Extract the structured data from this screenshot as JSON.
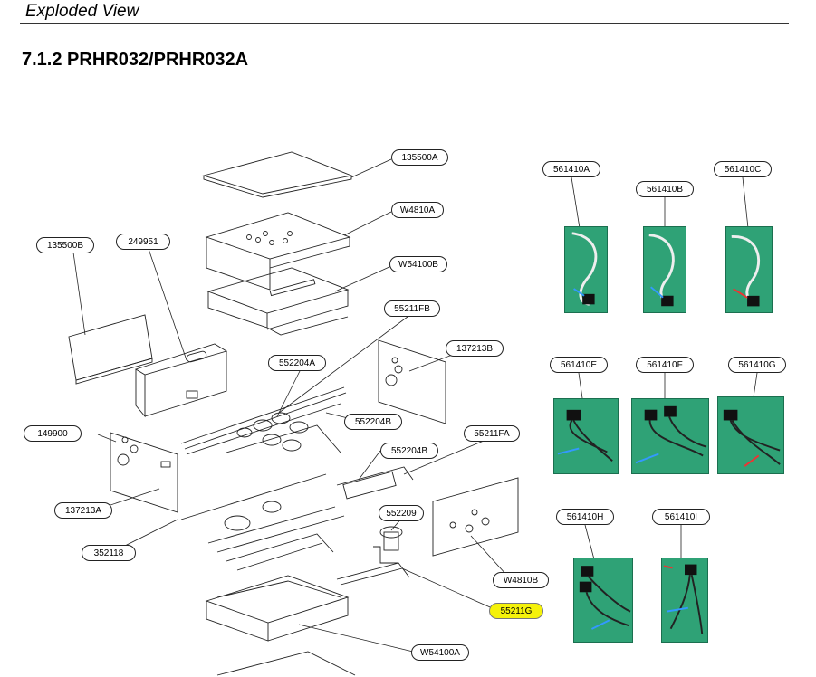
{
  "header": {
    "section": "Exploded View"
  },
  "model_title": "7.1.2 PRHR032/PRHR032A",
  "parts": {
    "p135500A": "135500A",
    "pW4810A": "W4810A",
    "pW54100B": "W54100B",
    "p135500B": "135500B",
    "p249951": "249951",
    "p55211FB": "55211FB",
    "p552204A": "552204A",
    "p137213B": "137213B",
    "p552204B_1": "552204B",
    "p552204B_2": "552204B",
    "p149900": "149900",
    "p55211FA": "55211FA",
    "p137213A": "137213A",
    "p552209": "552209",
    "p352118": "352118",
    "pW4810B": "W4810B",
    "p55211G": "55211G",
    "pW54100A": "W54100A"
  },
  "harness_photos": {
    "h561410A": "561410A",
    "h561410B": "561410B",
    "h561410C": "561410C",
    "h561410E": "561410E",
    "h561410F": "561410F",
    "h561410G": "561410G",
    "h561410H": "561410H",
    "h561410I": "561410I"
  },
  "colors": {
    "highlight": "#f5f20a",
    "photo_bg": "#2fa276"
  }
}
